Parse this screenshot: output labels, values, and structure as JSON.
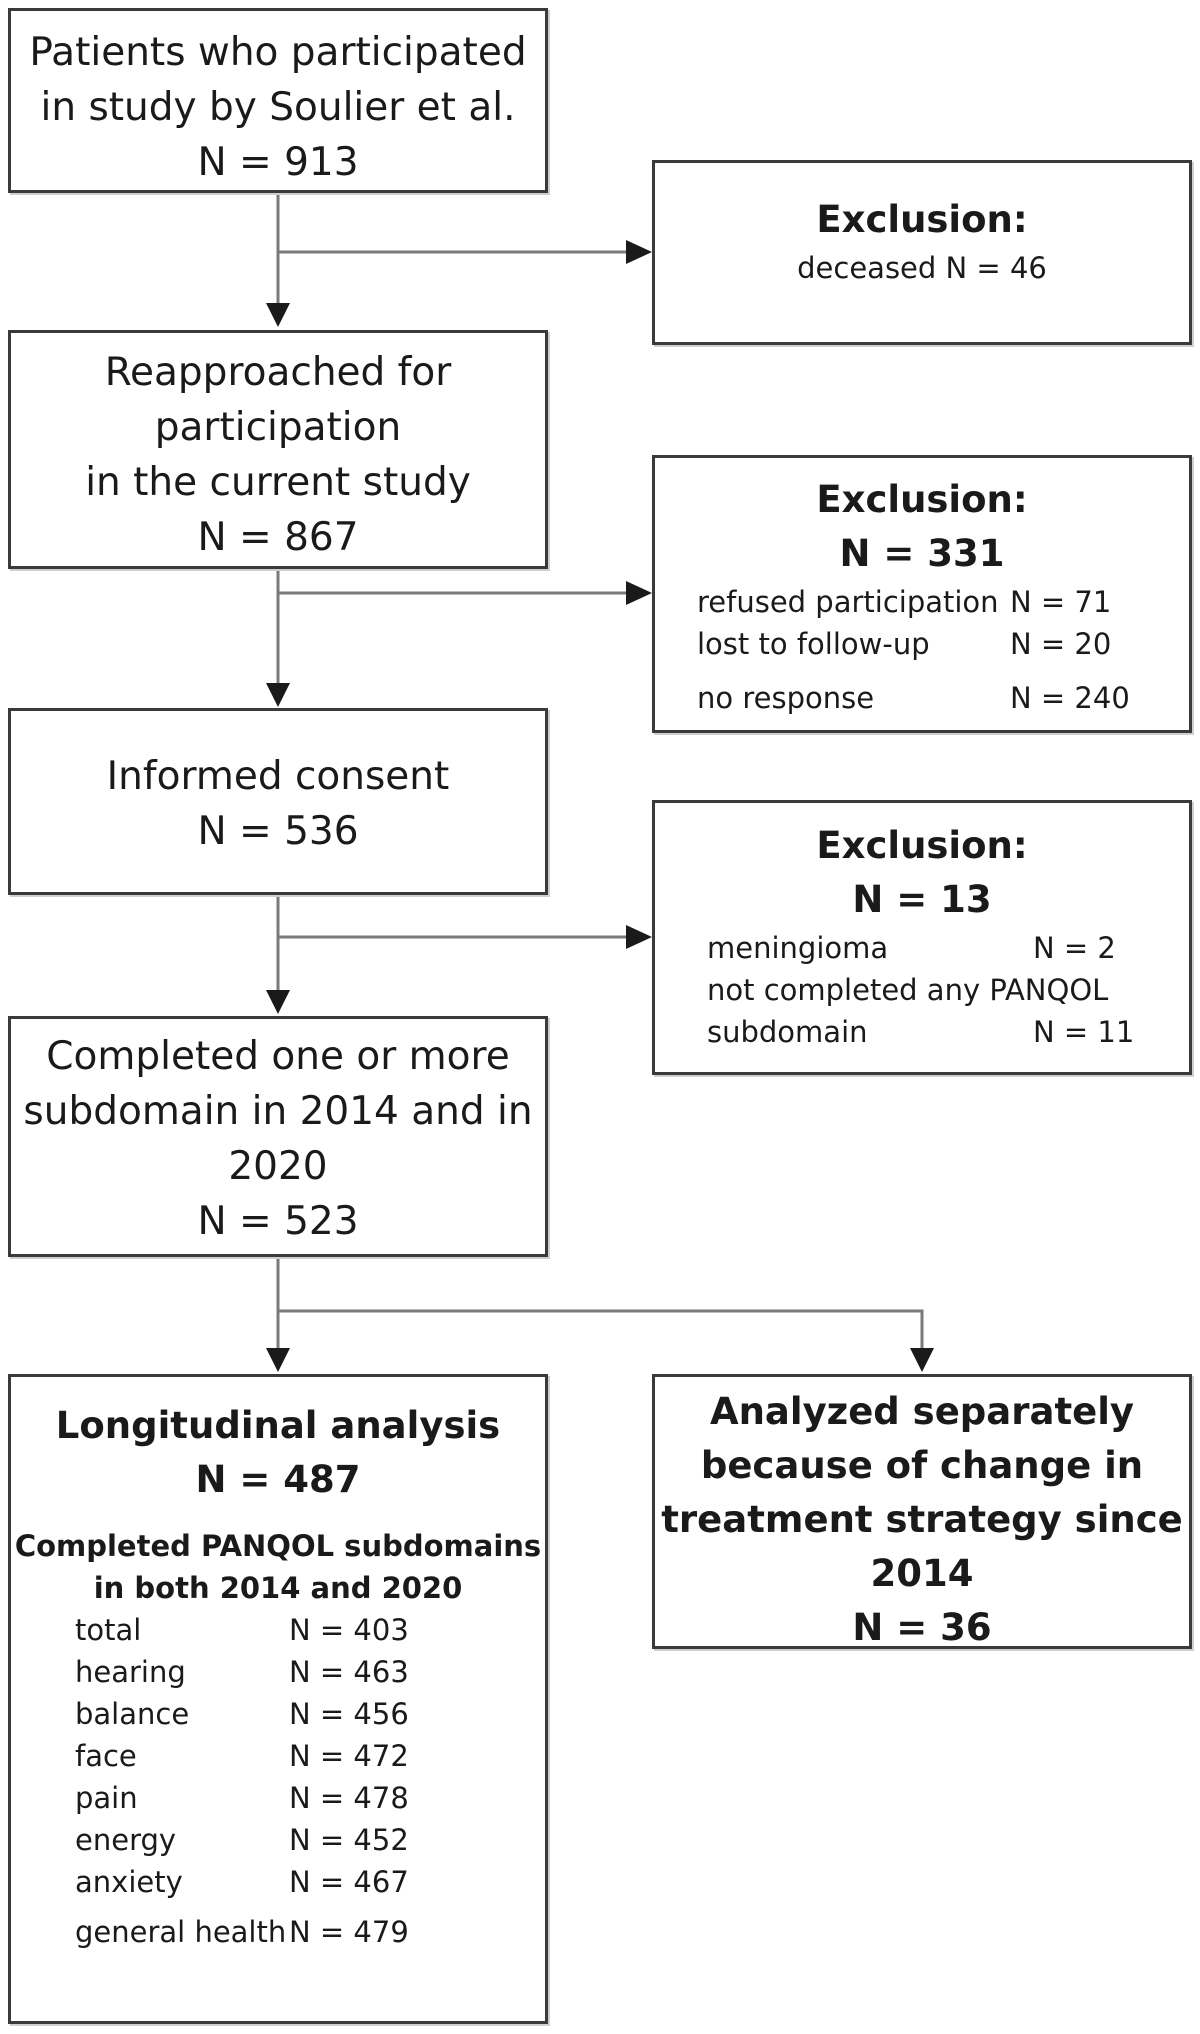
{
  "boxes": {
    "b1": {
      "lines": [
        "Patients who participated",
        "in study by Soulier et al.",
        "N = 913"
      ]
    },
    "b2": {
      "lines": [
        "Reapproached for",
        "participation",
        "in the current study",
        "N = 867"
      ]
    },
    "b3": {
      "lines": [
        "Informed consent",
        "N = 536"
      ]
    },
    "b4": {
      "lines": [
        "Completed one or more",
        "subdomain in 2014 and in",
        "2020",
        "N = 523"
      ]
    },
    "b5": {
      "title": "Longitudinal analysis",
      "n": "N = 487",
      "subtitle_lines": [
        "Completed PANQOL subdomains",
        "in both 2014 and 2020"
      ],
      "rows": [
        {
          "label": "total",
          "n": "N = 403"
        },
        {
          "label": "hearing",
          "n": "N = 463"
        },
        {
          "label": "balance",
          "n": "N = 456"
        },
        {
          "label": "face",
          "n": "N = 472"
        },
        {
          "label": "pain",
          "n": "N = 478"
        },
        {
          "label": "energy",
          "n": "N = 452"
        },
        {
          "label": "anxiety",
          "n": "N = 467"
        },
        {
          "label": "general health",
          "n": "N = 479"
        }
      ]
    },
    "b6": {
      "lines": [
        "Analyzed separately",
        "because of change in",
        "treatment strategy since",
        "2014",
        "N = 36"
      ]
    }
  },
  "exclusions": {
    "e1": {
      "title": "Exclusion:",
      "rows": [
        {
          "label": "deceased N = 46"
        }
      ]
    },
    "e2": {
      "title": "Exclusion:",
      "n": "N = 331",
      "rows": [
        {
          "label": "refused participation",
          "n": "N = 71"
        },
        {
          "label": "lost to follow-up",
          "n": "N = 20"
        },
        {
          "label": "no response",
          "n": "N = 240"
        }
      ]
    },
    "e3": {
      "title": "Exclusion:",
      "n": "N = 13",
      "rows": [
        {
          "label": "meningioma",
          "n": "N = 2"
        },
        {
          "label": "not completed any PANQOL",
          "n": ""
        },
        {
          "label": "subdomain",
          "n": "N = 11"
        }
      ]
    }
  }
}
